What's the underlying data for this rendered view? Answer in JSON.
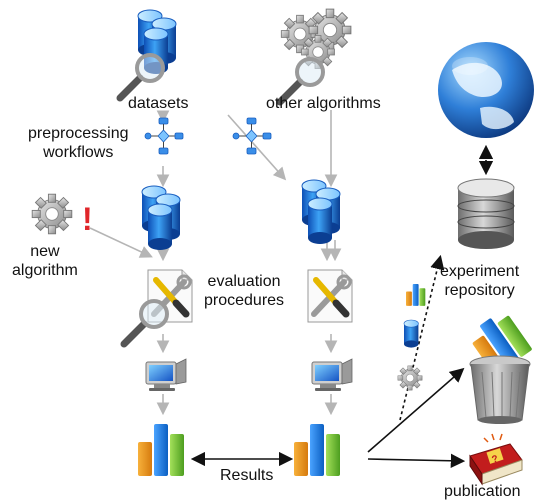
{
  "labels": {
    "datasets": "datasets",
    "other_algorithms": "other algorithms",
    "preprocessing_line1": "preprocessing",
    "preprocessing_line2": "workflows",
    "new_line1": "new",
    "new_line2": "algorithm",
    "exclamation": "!",
    "evaluation_line1": "evaluation",
    "evaluation_line2": "procedures",
    "experiment_line1": "experiment",
    "experiment_line2": "repository",
    "results": "Results",
    "publication": "publication"
  },
  "colors": {
    "db_blue": "#1f6fd6",
    "db_light": "#8fd0ff",
    "arrow_gray": "#b5b5b5",
    "arrow_black": "#111111",
    "bar_orange": "#f39a1e",
    "bar_blue": "#1a7fe8",
    "bar_green": "#7cc53a",
    "exclamation_red": "#e0262a"
  }
}
